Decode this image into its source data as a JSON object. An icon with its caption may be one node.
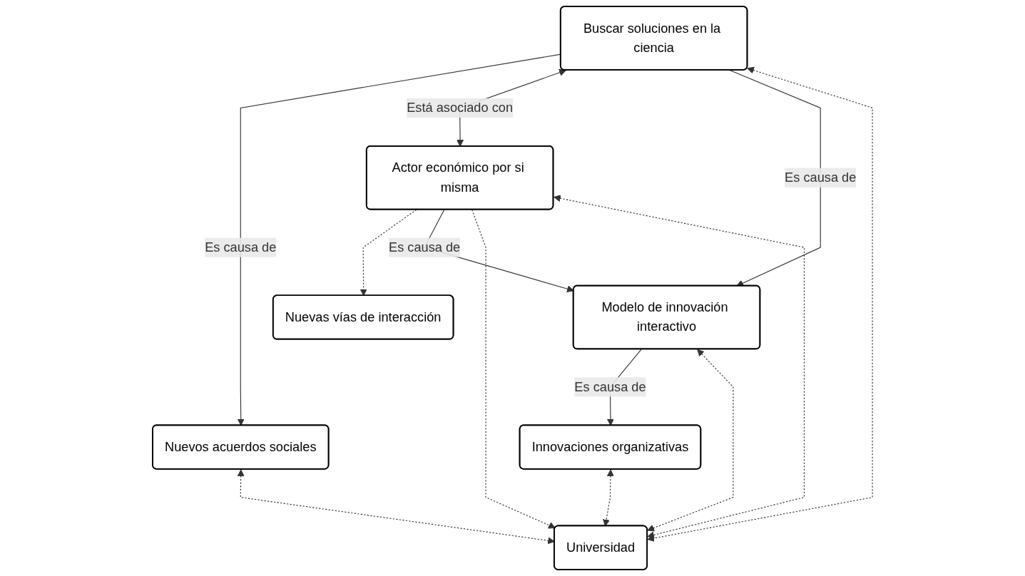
{
  "diagram": {
    "nodes": [
      {
        "text": [
          "Nuevas vías de interacción"
        ]
      },
      {
        "text": [
          "Nuevos acuerdos sociales"
        ]
      },
      {
        "text": [
          "Innovaciones organizativas"
        ]
      },
      {
        "text": [
          "Actor económico por si misma"
        ]
      },
      {
        "text": [
          "Buscar soluciones en la ciencia"
        ]
      },
      {
        "text": [
          "Modelo de innovación interactivo"
        ]
      },
      {
        "text": [
          "Universidad"
        ]
      }
    ],
    "edges": [
      {
        "from": 3,
        "to": 0,
        "arrow": "to",
        "style": "dashed"
      },
      {
        "from": 4,
        "to": 1,
        "arrow": "to",
        "label": "Es causa de"
      },
      {
        "from": 1,
        "to": 6,
        "arrow": "both",
        "style": "dashed"
      },
      {
        "from": 2,
        "to": 6,
        "arrow": "both",
        "style": "dashed"
      },
      {
        "from": 5,
        "to": 2,
        "arrow": "to",
        "label": "Es causa de"
      },
      {
        "from": 3,
        "to": 5,
        "arrow": "to",
        "label": "Es causa de"
      },
      {
        "from": 4,
        "to": 3,
        "arrow": "both",
        "label": "Está asociado con"
      },
      {
        "from": 4,
        "to": 5,
        "arrow": "to",
        "label": "Es causa de"
      },
      {
        "from": 3,
        "to": 6,
        "arrow": "to",
        "style": "dashed"
      },
      {
        "from": 3,
        "to": 6,
        "arrow": "both",
        "style": "dashed"
      },
      {
        "from": 4,
        "to": 6,
        "arrow": "both",
        "style": "dashed"
      },
      {
        "from": 5,
        "to": 6,
        "arrow": "both",
        "style": "dashed"
      }
    ]
  }
}
